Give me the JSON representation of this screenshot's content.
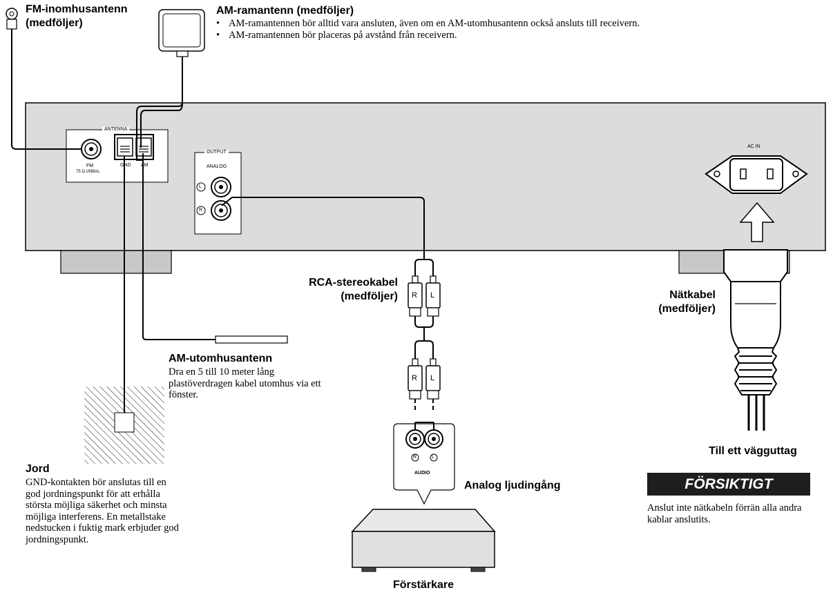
{
  "fm_antenna": {
    "label_line1": "FM-inomhusantenn",
    "label_line2": "(medföljer)"
  },
  "am_loop": {
    "title": "AM-ramantenn (medföljer)",
    "bullets": [
      "AM-ramantennen bör alltid vara ansluten, även om en AM-utomhusantenn också ansluts till receivern.",
      "AM-ramantennen bör placeras på avstånd från receivern."
    ]
  },
  "panel": {
    "antenna_label": "ANTENNA",
    "fm_label": "FM",
    "fm_sub": "75 Ω UNBAL.",
    "gnd_label": "GND",
    "am_label": "AM",
    "output_label": "OUTPUT",
    "analog_label": "ANALOG",
    "left_mark": "L",
    "right_mark": "R",
    "ac_in_label": "AC IN"
  },
  "rca_cable": {
    "label_line1": "RCA-stereokabel",
    "label_line2": "(medföljer)",
    "plug_r": "R",
    "plug_l": "L"
  },
  "power_cable": {
    "label_line1": "Nätkabel",
    "label_line2": "(medföljer)"
  },
  "am_outdoor": {
    "title": "AM-utomhusantenn",
    "text": "Dra en 5 till 10 meter lång plastöverdragen kabel utomhus via ett fönster."
  },
  "ground": {
    "title": "Jord",
    "text": "GND-kontakten bör anslutas till en god jordningspunkt för att erhålla största möjliga säkerhet och minsta möjliga interferens. En metallstake nedstucken i fuktig mark erbjuder god jordningspunkt."
  },
  "amp_input": {
    "audio_label": "AUDIO",
    "r_mark": "R",
    "l_mark": "L",
    "label": "Analog ljudingång"
  },
  "amplifier": {
    "label": "Förstärkare"
  },
  "wall": {
    "label": "Till ett vägguttag"
  },
  "caution": {
    "title": "FÖRSIKTIGT",
    "text": "Anslut inte nätkabeln förrän alla andra kablar anslutits."
  }
}
